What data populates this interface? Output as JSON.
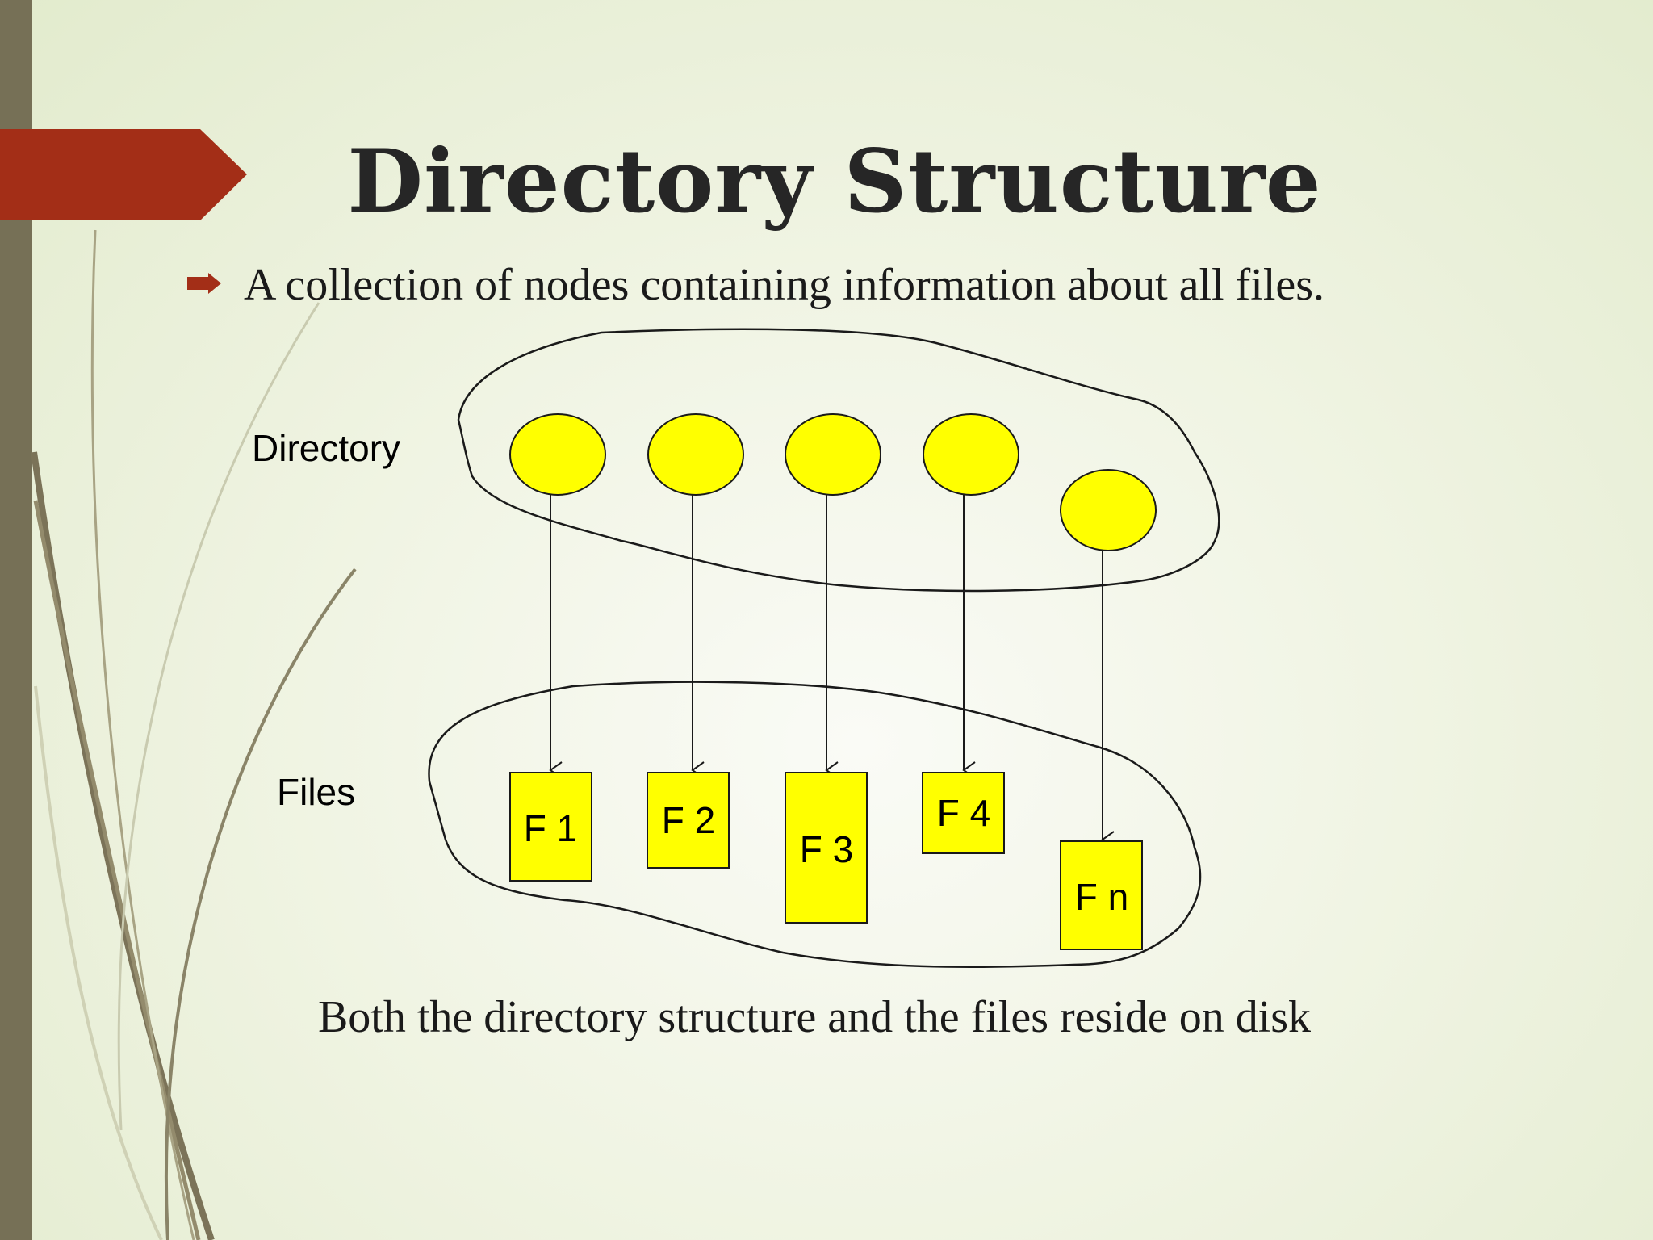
{
  "slide": {
    "title": "Directory Structure",
    "bullet": "A collection of nodes containing information about all files.",
    "footer": "Both the directory structure and the files reside on disk"
  },
  "diagram": {
    "directory_label": "Directory",
    "files_label": "Files",
    "files": [
      "F 1",
      "F 2",
      "F 3",
      "F 4",
      "F n"
    ],
    "node_count": 5
  },
  "colors": {
    "accent": "#a32e17",
    "sidebar": "#767056",
    "node_fill": "#ffff00",
    "stroke": "#1a1a1a"
  },
  "icons": [
    "arrow-bullet-icon",
    "title-arrow-shape"
  ]
}
